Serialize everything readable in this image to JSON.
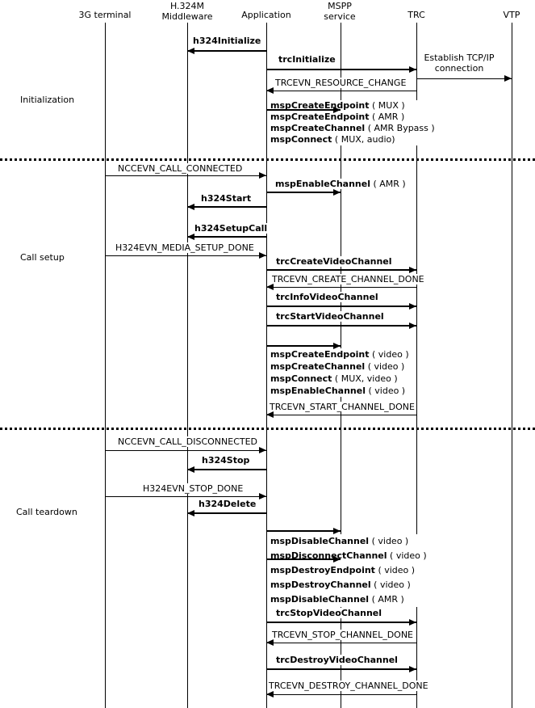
{
  "diagram": {
    "columns": [
      {
        "label": "3G terminal"
      },
      {
        "label": "H.324M\nMiddleware"
      },
      {
        "label": "Application"
      },
      {
        "label": "MSPP\nservice"
      },
      {
        "label": "TRC"
      },
      {
        "label": "VTP"
      }
    ],
    "phases": [
      {
        "label": "Initialization"
      },
      {
        "label": "Call setup"
      },
      {
        "label": "Call teardown"
      }
    ],
    "messages": {
      "h324_initialize": "h324Initialize",
      "trc_initialize": "trcInitialize",
      "establish_tcp": "Establish TCP/IP\nconnection",
      "trcevn_resource_change": "TRCEVN_RESOURCE_CHANGE",
      "msp_init_calls": [
        {
          "fn": "mspCreateEndpoint",
          "args": " ( MUX )"
        },
        {
          "fn": "mspCreateEndpoint",
          "args": " ( AMR )"
        },
        {
          "fn": "mspCreateChannel",
          "args": " ( AMR Bypass )"
        },
        {
          "fn": "mspConnect",
          "args": " ( MUX, audio)"
        }
      ],
      "nccevn_call_connected": "NCCEVN_CALL_CONNECTED",
      "msp_enable_amr": {
        "fn": "mspEnableChannel",
        "args": " ( AMR )"
      },
      "h324_start": "h324Start",
      "h324_setup_call": "h324SetupCall",
      "h324evn_media_setup_done": "H324EVN_MEDIA_SETUP_DONE",
      "trc_create_video_channel": "trcCreateVideoChannel",
      "trcevn_create_channel_done": "TRCEVN_CREATE_CHANNEL_DONE",
      "trc_info_video_channel": "trcInfoVideoChannel",
      "trc_start_video_channel": "trcStartVideoChannel",
      "msp_setup_calls": [
        {
          "fn": "mspCreateEndpoint",
          "args": " ( video )"
        },
        {
          "fn": "mspCreateChannel",
          "args": " ( video )"
        },
        {
          "fn": "mspConnect",
          "args": " ( MUX, video )"
        },
        {
          "fn": "mspEnableChannel",
          "args": " ( video )"
        }
      ],
      "trcevn_start_channel_done": "TRCEVN_START_CHANNEL_DONE",
      "nccevn_call_disconnected": "NCCEVN_CALL_DISCONNECTED",
      "h324_stop": "h324Stop",
      "h324evn_stop_done": "H324EVN_STOP_DONE",
      "h324_delete": "h324Delete",
      "msp_teardown_calls": [
        {
          "fn": "mspDisableChannel",
          "args": " ( video )"
        },
        {
          "fn": "mspDisconnectChannel",
          "args": " ( video )"
        },
        {
          "fn": "mspDestroyEndpoint",
          "args": " ( video )"
        },
        {
          "fn": "mspDestroyChannel",
          "args": " ( video )"
        },
        {
          "fn": "mspDisableChannel",
          "args": " ( AMR )"
        }
      ],
      "trc_stop_video_channel": "trcStopVideoChannel",
      "trcevn_stop_channel_done": "TRCEVN_STOP_CHANNEL_DONE",
      "trc_destroy_video_channel": "trcDestroyVideoChannel",
      "trcevn_destroy_channel_done": "TRCEVN_DESTROY_CHANNEL_DONE"
    },
    "colors": {
      "ink": "#000000",
      "background": "#ffffff"
    }
  }
}
